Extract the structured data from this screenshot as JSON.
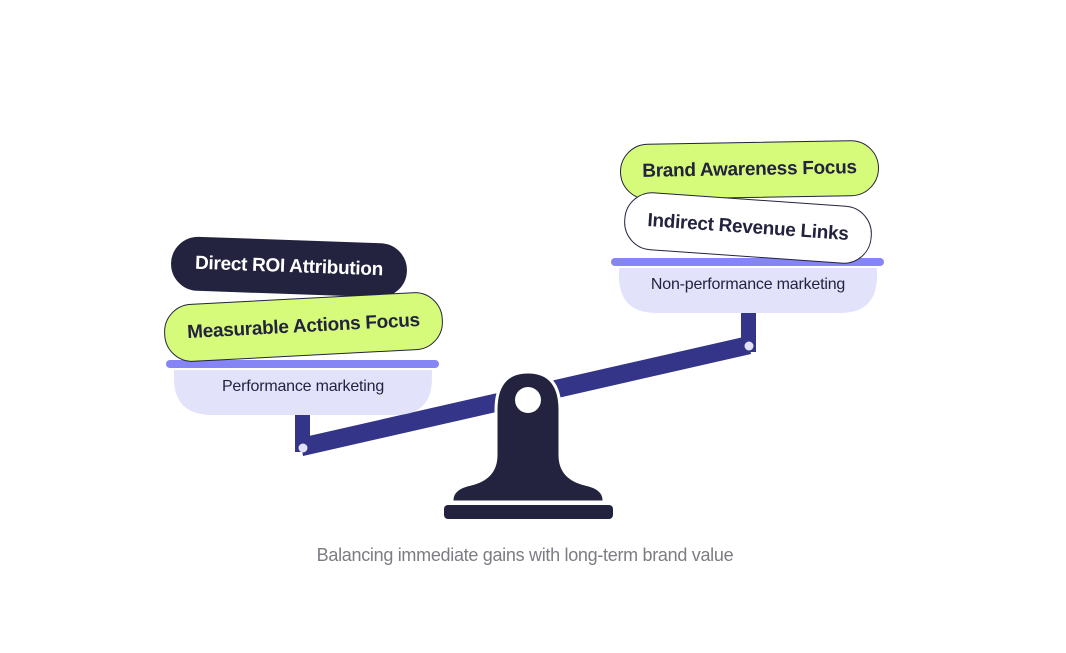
{
  "diagram": {
    "left_pan": {
      "label": "Performance marketing",
      "items": [
        {
          "text": "Direct ROI Attribution",
          "style": "dark"
        },
        {
          "text": "Measurable Actions Focus",
          "style": "lime"
        }
      ]
    },
    "right_pan": {
      "label": "Non-performance marketing",
      "items": [
        {
          "text": "Brand Awareness Focus",
          "style": "lime"
        },
        {
          "text": "Indirect Revenue Links",
          "style": "white"
        }
      ]
    },
    "caption": "Balancing immediate gains with long-term brand value",
    "colors": {
      "navy": "#23233f",
      "beam": "#343488",
      "lime": "#d6fa7a",
      "pan_rim": "#8585f5",
      "pan_fill": "#e2e2fb",
      "caption": "#7c7c84"
    }
  }
}
